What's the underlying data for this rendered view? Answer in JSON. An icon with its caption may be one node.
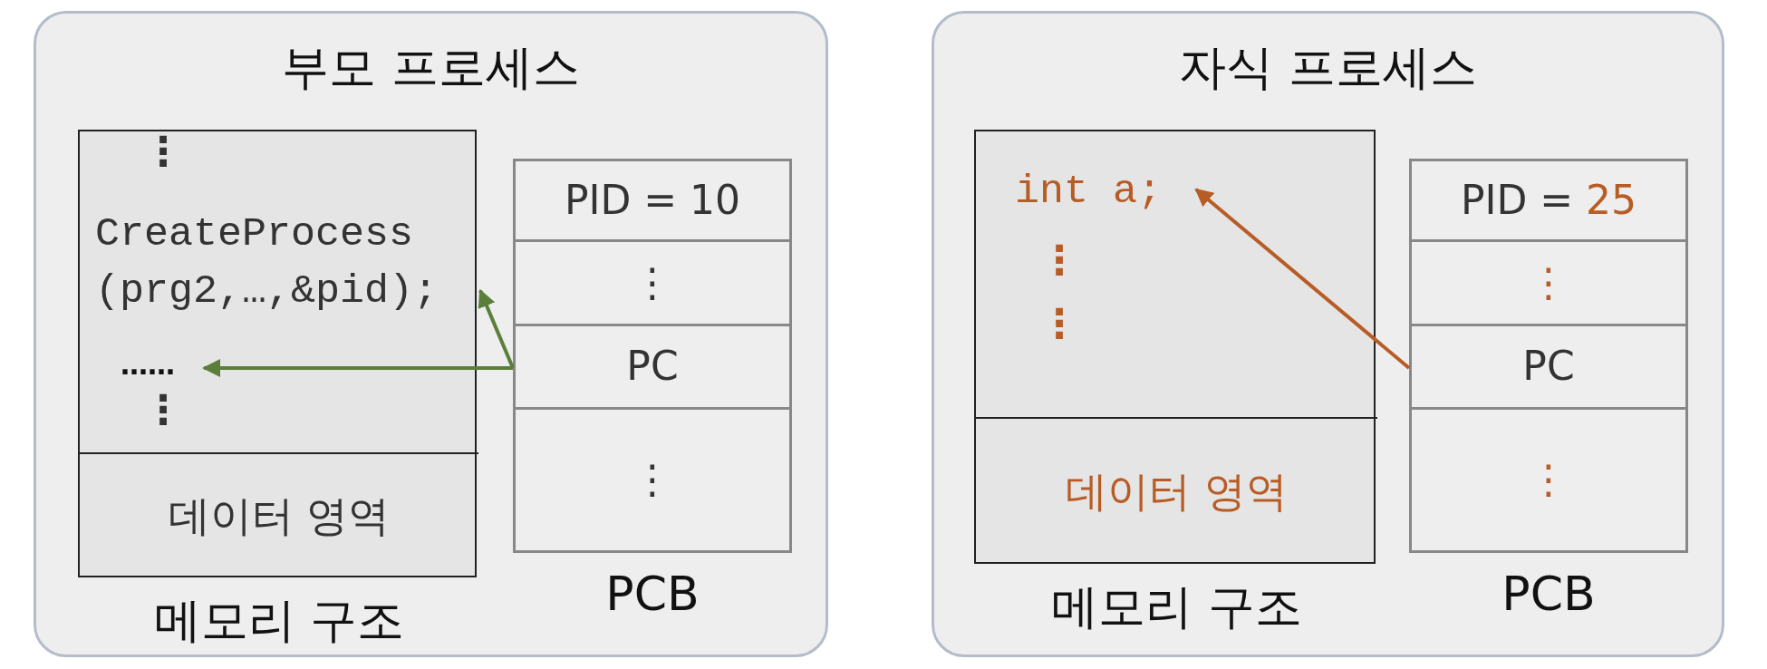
{
  "diagram": {
    "nodes": [
      {
        "text": [
          "부모 프로세스"
        ]
      },
      {
        "text": [
          "메모리 구조"
        ],
        "in": 0
      },
      {
        "text": [
          "⋮",
          "⋮"
        ],
        "in": 1
      },
      {
        "text": [
          "CreateProcess (prg2,…,&pid);"
        ],
        "in": 2
      },
      {
        "text": [
          "……"
        ],
        "in": 2
      },
      {
        "text": [
          "데이터 영역"
        ],
        "in": 1
      },
      {
        "text": [
          "PCB"
        ],
        "in": 0
      },
      {
        "text": [
          "PID = 10"
        ],
        "in": 6
      },
      {
        "text": [
          "⋮"
        ],
        "in": 6
      },
      {
        "text": [
          "PC"
        ],
        "in": 6
      },
      {
        "text": [
          "⋮"
        ],
        "in": 6
      },
      {
        "text": [
          "자식 프로세스"
        ]
      },
      {
        "text": [
          "메모리 구조"
        ],
        "in": 11
      },
      {
        "text": [
          "⋮",
          "⋮"
        ],
        "in": 12
      },
      {
        "text": [
          "int a;"
        ],
        "in": 13
      },
      {
        "text": [
          "데이터 영역"
        ],
        "in": 12
      },
      {
        "text": [
          "PCB"
        ],
        "in": 11
      },
      {
        "text": [
          "PID = 25"
        ],
        "in": 16
      },
      {
        "text": [
          "⋮"
        ],
        "in": 16
      },
      {
        "text": [
          "PC"
        ],
        "in": 16
      },
      {
        "text": [
          "⋮"
        ],
        "in": 16
      }
    ],
    "edges": [
      {
        "from": 9,
        "to": 3,
        "arrow": "to",
        "color": "#5b7f3a"
      },
      {
        "from": 9,
        "to": 4,
        "arrow": "to",
        "color": "#5b7f3a"
      },
      {
        "from": 19,
        "to": 14,
        "arrow": "to",
        "color": "#b85c26"
      }
    ]
  }
}
